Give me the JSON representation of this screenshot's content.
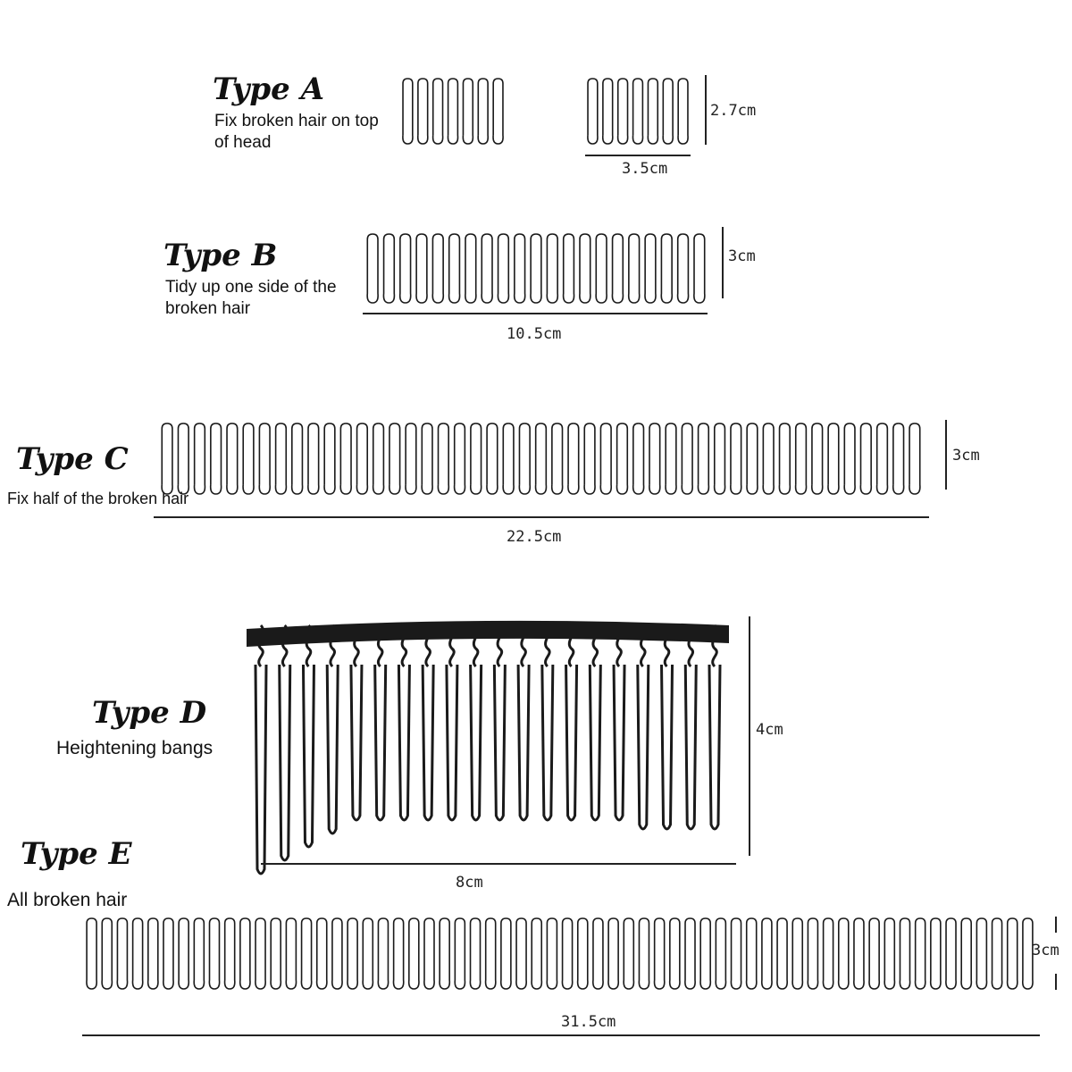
{
  "items": [
    {
      "title": "Type A",
      "desc": "Fix broken hair on top of head",
      "width": "3.5cm",
      "height": "2.7cm"
    },
    {
      "title": "Type B",
      "desc": "Tidy up one side of the broken hair",
      "width": "10.5cm",
      "height": "3cm"
    },
    {
      "title": "Type C",
      "desc": "Fix half of the broken hair",
      "width": "22.5cm",
      "height": "3cm"
    },
    {
      "title": "Type D",
      "desc": "Heightening bangs",
      "width": "8cm",
      "height": "4cm"
    },
    {
      "title": "Type E",
      "desc": "All broken hair",
      "width": "31.5cm",
      "height": "3cm"
    }
  ],
  "colors": {
    "ink": "#111111",
    "comb": "#1a1a1a",
    "background": "#ffffff"
  }
}
